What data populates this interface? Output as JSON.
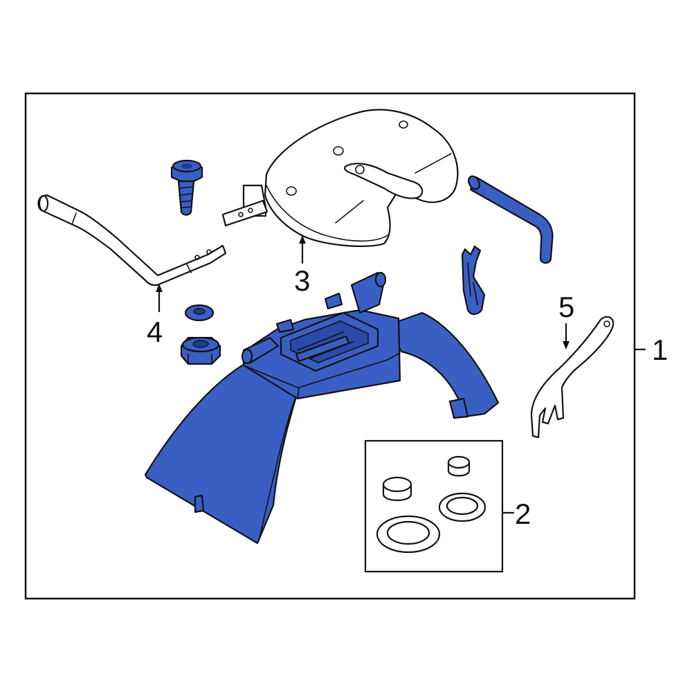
{
  "colors": {
    "highlight": "#3a5fc4",
    "line": "#111111",
    "background": "#ffffff"
  },
  "callouts": [
    {
      "id": "1",
      "label": "1"
    },
    {
      "id": "2",
      "label": "2"
    },
    {
      "id": "3",
      "label": "3"
    },
    {
      "id": "4",
      "label": "4"
    },
    {
      "id": "5",
      "label": "5"
    }
  ]
}
